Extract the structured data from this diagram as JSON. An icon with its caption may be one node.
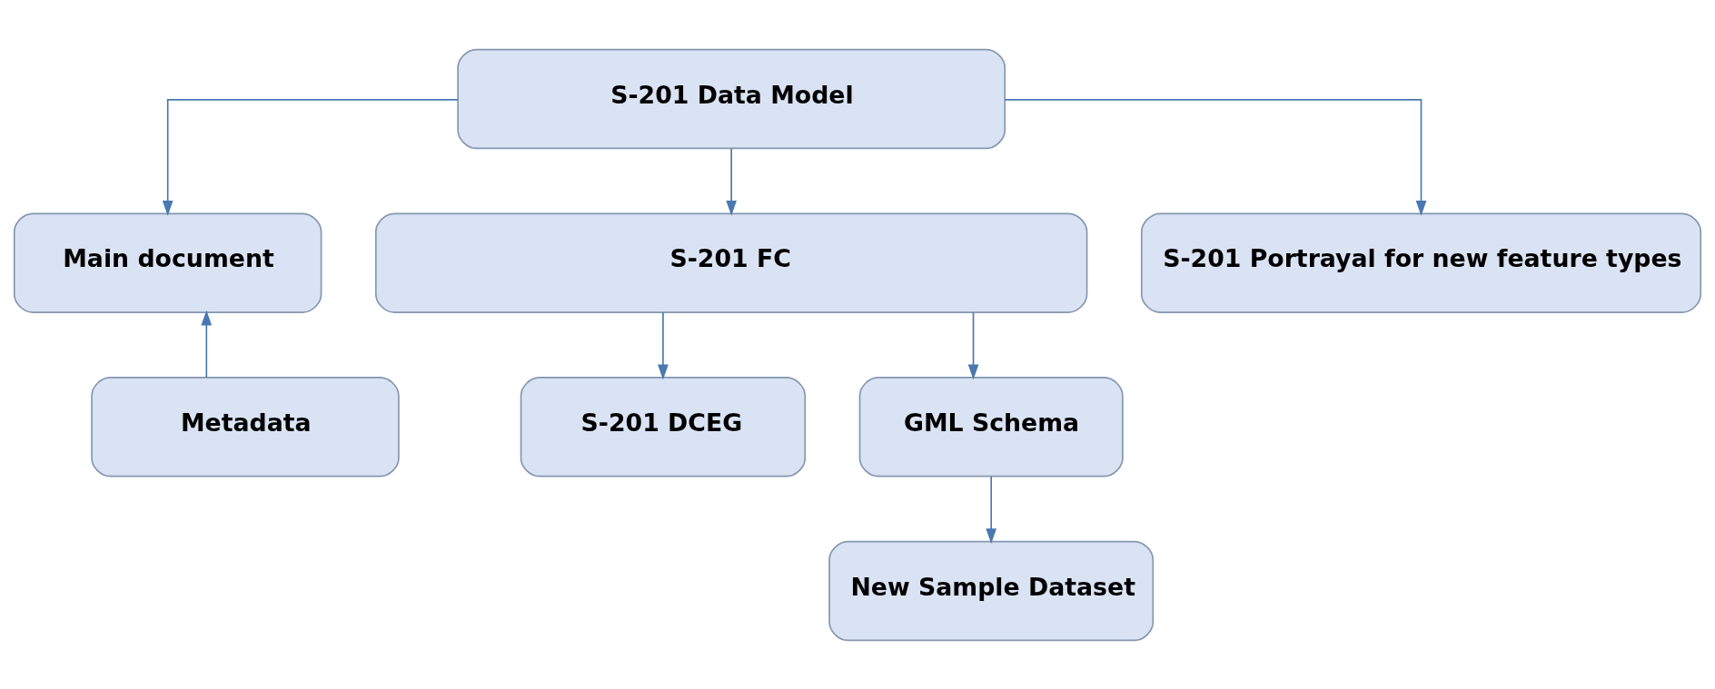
{
  "diagram": {
    "nodes": [
      {
        "text": [
          "S-201 Data Model"
        ]
      },
      {
        "text": [
          "Main document"
        ]
      },
      {
        "text": [
          "S-201 FC"
        ]
      },
      {
        "text": [
          "S-201 Portrayal for new feature types"
        ]
      },
      {
        "text": [
          "Metadata"
        ]
      },
      {
        "text": [
          "S-201 DCEG"
        ]
      },
      {
        "text": [
          "GML Schema"
        ]
      },
      {
        "text": [
          "New Sample Dataset"
        ]
      }
    ],
    "edges": [
      {
        "from": 0,
        "to": 1,
        "arrow": "to"
      },
      {
        "from": 0,
        "to": 2,
        "arrow": "to"
      },
      {
        "from": 0,
        "to": 3,
        "arrow": "to"
      },
      {
        "from": 4,
        "to": 1,
        "arrow": "to"
      },
      {
        "from": 2,
        "to": 5,
        "arrow": "to"
      },
      {
        "from": 2,
        "to": 6,
        "arrow": "to"
      },
      {
        "from": 6,
        "to": 7,
        "arrow": "to"
      }
    ]
  }
}
